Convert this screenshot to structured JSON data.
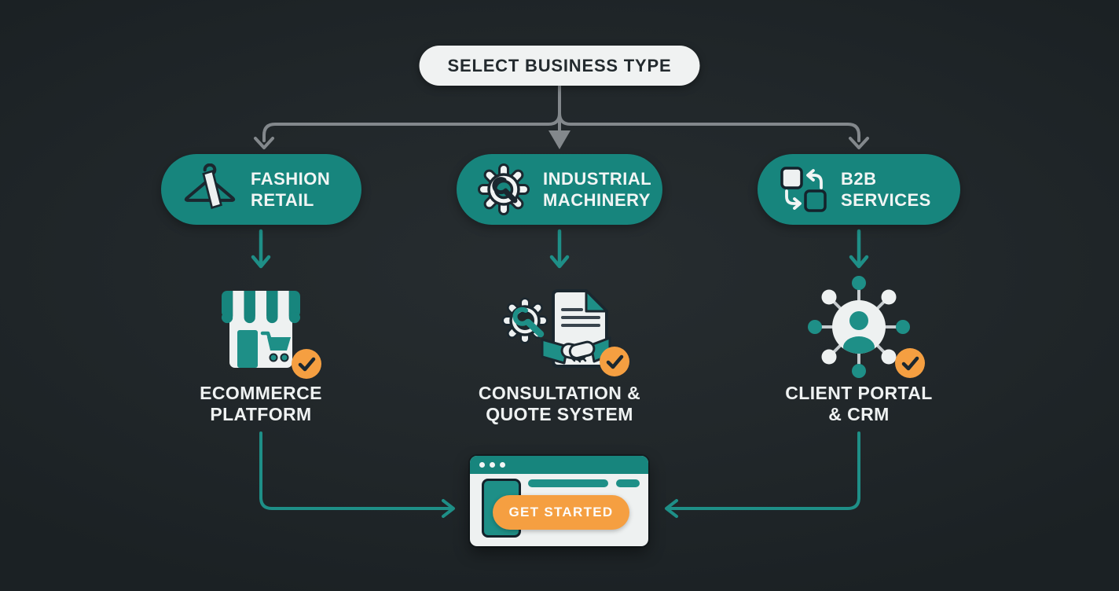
{
  "flow": {
    "start": {
      "label": "SELECT BUSINESS TYPE"
    },
    "branches": [
      {
        "id": "fashion-retail",
        "label_line1": "FASHION",
        "label_line2": "RETAIL",
        "icon": "hanger-icon",
        "outcome": {
          "label_line1": "ECOMMERCE",
          "label_line2": "PLATFORM",
          "icon": "storefront-icon",
          "status": "selected-check"
        }
      },
      {
        "id": "industrial-machinery",
        "label_line1": "INDUSTRIAL",
        "label_line2": "MACHINERY",
        "icon": "gear-wrench-icon",
        "outcome": {
          "label_line1": "CONSULTATION &",
          "label_line2": "QUOTE SYSTEM",
          "icon": "quote-document-icon",
          "status": "selected-check"
        }
      },
      {
        "id": "b2b-services",
        "label_line1": "B2B",
        "label_line2": "SERVICES",
        "icon": "exchange-squares-icon",
        "outcome": {
          "label_line1": "CLIENT PORTAL",
          "label_line2": "& CRM",
          "icon": "client-network-icon",
          "status": "selected-check"
        }
      }
    ],
    "cta": {
      "label": "GET STARTED"
    }
  },
  "colors": {
    "background": "#212729",
    "teal": "#17857d",
    "teal_bright": "#1e8f87",
    "off_white": "#eef1f1",
    "orange": "#f59f41",
    "gray_connector": "#83888c",
    "dark_outline": "#1b272f"
  }
}
